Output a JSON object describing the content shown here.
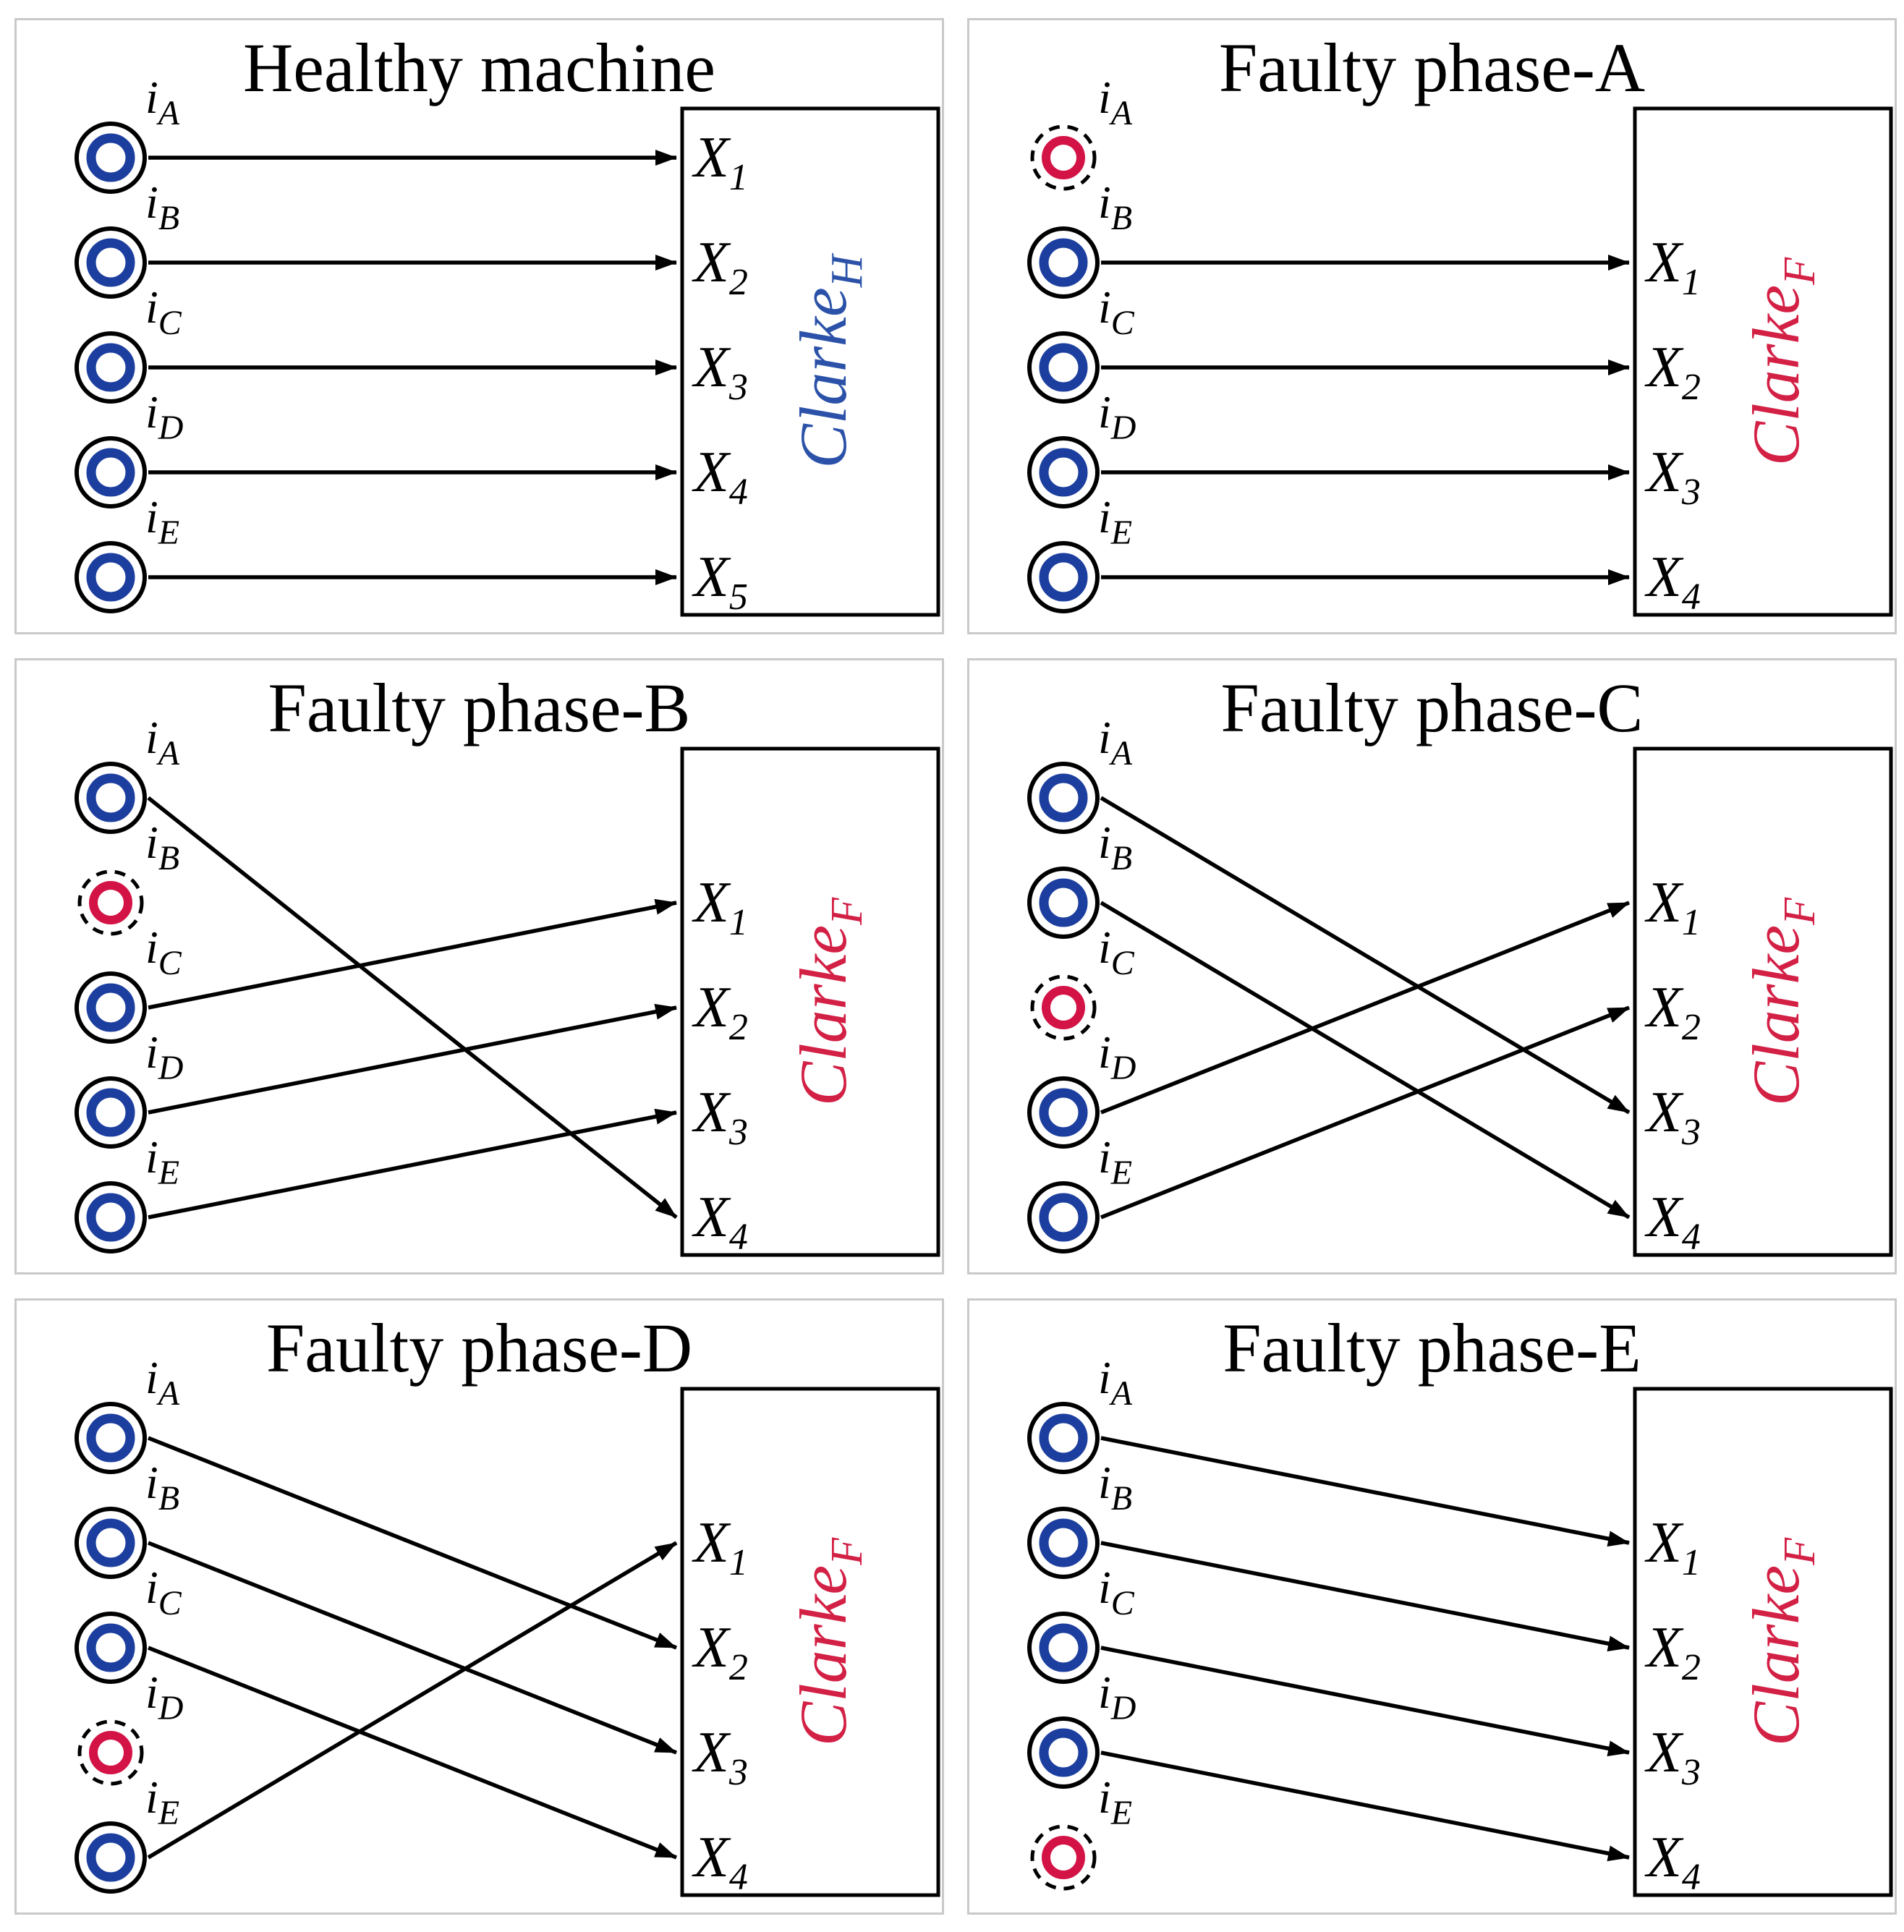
{
  "colors": {
    "background": "#ffffff",
    "panel_border": "#c9c9c9",
    "box_border": "#000000",
    "line": "#000000",
    "title_text": "#000000",
    "label_text": "#000000",
    "healthy_node": "#1c3e9e",
    "faulty_node": "#d31245",
    "clarke_healthy": "#2b52a8",
    "clarke_faulty": "#d32045"
  },
  "input_symbol": "i",
  "output_symbol": "X",
  "panels": [
    {
      "id": "healthy-machine",
      "title": "Healthy machine",
      "clarke": {
        "base": "Clarke",
        "sub": "H",
        "variant": "healthy"
      },
      "inputs": [
        {
          "phase": "A",
          "row": 1,
          "faulty": false
        },
        {
          "phase": "B",
          "row": 2,
          "faulty": false
        },
        {
          "phase": "C",
          "row": 3,
          "faulty": false
        },
        {
          "phase": "D",
          "row": 4,
          "faulty": false
        },
        {
          "phase": "E",
          "row": 5,
          "faulty": false
        }
      ],
      "outputs": [
        {
          "sub": "1",
          "row": 1
        },
        {
          "sub": "2",
          "row": 2
        },
        {
          "sub": "3",
          "row": 3
        },
        {
          "sub": "4",
          "row": 4
        },
        {
          "sub": "5",
          "row": 5
        }
      ],
      "connections": [
        {
          "from_phase": "A",
          "to_output": 1
        },
        {
          "from_phase": "B",
          "to_output": 2
        },
        {
          "from_phase": "C",
          "to_output": 3
        },
        {
          "from_phase": "D",
          "to_output": 4
        },
        {
          "from_phase": "E",
          "to_output": 5
        }
      ]
    },
    {
      "id": "faulty-phase-a",
      "title": "Faulty phase-A",
      "clarke": {
        "base": "Clarke",
        "sub": "F",
        "variant": "faulty"
      },
      "inputs": [
        {
          "phase": "A",
          "row": 1,
          "faulty": true
        },
        {
          "phase": "B",
          "row": 2,
          "faulty": false
        },
        {
          "phase": "C",
          "row": 3,
          "faulty": false
        },
        {
          "phase": "D",
          "row": 4,
          "faulty": false
        },
        {
          "phase": "E",
          "row": 5,
          "faulty": false
        }
      ],
      "outputs": [
        {
          "sub": "1",
          "row": 2
        },
        {
          "sub": "2",
          "row": 3
        },
        {
          "sub": "3",
          "row": 4
        },
        {
          "sub": "4",
          "row": 5
        }
      ],
      "connections": [
        {
          "from_phase": "B",
          "to_output": 1
        },
        {
          "from_phase": "C",
          "to_output": 2
        },
        {
          "from_phase": "D",
          "to_output": 3
        },
        {
          "from_phase": "E",
          "to_output": 4
        }
      ]
    },
    {
      "id": "faulty-phase-b",
      "title": "Faulty phase-B",
      "clarke": {
        "base": "Clarke",
        "sub": "F",
        "variant": "faulty"
      },
      "inputs": [
        {
          "phase": "A",
          "row": 1,
          "faulty": false
        },
        {
          "phase": "B",
          "row": 2,
          "faulty": true
        },
        {
          "phase": "C",
          "row": 3,
          "faulty": false
        },
        {
          "phase": "D",
          "row": 4,
          "faulty": false
        },
        {
          "phase": "E",
          "row": 5,
          "faulty": false
        }
      ],
      "outputs": [
        {
          "sub": "1",
          "row": 2
        },
        {
          "sub": "2",
          "row": 3
        },
        {
          "sub": "3",
          "row": 4
        },
        {
          "sub": "4",
          "row": 5
        }
      ],
      "connections": [
        {
          "from_phase": "A",
          "to_output": 4
        },
        {
          "from_phase": "C",
          "to_output": 1
        },
        {
          "from_phase": "D",
          "to_output": 2
        },
        {
          "from_phase": "E",
          "to_output": 3
        }
      ]
    },
    {
      "id": "faulty-phase-c",
      "title": "Faulty phase-C",
      "clarke": {
        "base": "Clarke",
        "sub": "F",
        "variant": "faulty"
      },
      "inputs": [
        {
          "phase": "A",
          "row": 1,
          "faulty": false
        },
        {
          "phase": "B",
          "row": 2,
          "faulty": false
        },
        {
          "phase": "C",
          "row": 3,
          "faulty": true
        },
        {
          "phase": "D",
          "row": 4,
          "faulty": false
        },
        {
          "phase": "E",
          "row": 5,
          "faulty": false
        }
      ],
      "outputs": [
        {
          "sub": "1",
          "row": 2
        },
        {
          "sub": "2",
          "row": 3
        },
        {
          "sub": "3",
          "row": 4
        },
        {
          "sub": "4",
          "row": 5
        }
      ],
      "connections": [
        {
          "from_phase": "A",
          "to_output": 3
        },
        {
          "from_phase": "B",
          "to_output": 4
        },
        {
          "from_phase": "D",
          "to_output": 1
        },
        {
          "from_phase": "E",
          "to_output": 2
        }
      ]
    },
    {
      "id": "faulty-phase-d",
      "title": "Faulty phase-D",
      "clarke": {
        "base": "Clarke",
        "sub": "F",
        "variant": "faulty"
      },
      "inputs": [
        {
          "phase": "A",
          "row": 1,
          "faulty": false
        },
        {
          "phase": "B",
          "row": 2,
          "faulty": false
        },
        {
          "phase": "C",
          "row": 3,
          "faulty": false
        },
        {
          "phase": "D",
          "row": 4,
          "faulty": true
        },
        {
          "phase": "E",
          "row": 5,
          "faulty": false
        }
      ],
      "outputs": [
        {
          "sub": "1",
          "row": 2
        },
        {
          "sub": "2",
          "row": 3
        },
        {
          "sub": "3",
          "row": 4
        },
        {
          "sub": "4",
          "row": 5
        }
      ],
      "connections": [
        {
          "from_phase": "A",
          "to_output": 2
        },
        {
          "from_phase": "B",
          "to_output": 3
        },
        {
          "from_phase": "C",
          "to_output": 4
        },
        {
          "from_phase": "E",
          "to_output": 1
        }
      ]
    },
    {
      "id": "faulty-phase-e",
      "title": "Faulty phase-E",
      "clarke": {
        "base": "Clarke",
        "sub": "F",
        "variant": "faulty"
      },
      "inputs": [
        {
          "phase": "A",
          "row": 1,
          "faulty": false
        },
        {
          "phase": "B",
          "row": 2,
          "faulty": false
        },
        {
          "phase": "C",
          "row": 3,
          "faulty": false
        },
        {
          "phase": "D",
          "row": 4,
          "faulty": false
        },
        {
          "phase": "E",
          "row": 5,
          "faulty": true
        }
      ],
      "outputs": [
        {
          "sub": "1",
          "row": 2
        },
        {
          "sub": "2",
          "row": 3
        },
        {
          "sub": "3",
          "row": 4
        },
        {
          "sub": "4",
          "row": 5
        }
      ],
      "connections": [
        {
          "from_phase": "A",
          "to_output": 1
        },
        {
          "from_phase": "B",
          "to_output": 2
        },
        {
          "from_phase": "C",
          "to_output": 3
        },
        {
          "from_phase": "D",
          "to_output": 4
        }
      ]
    }
  ]
}
